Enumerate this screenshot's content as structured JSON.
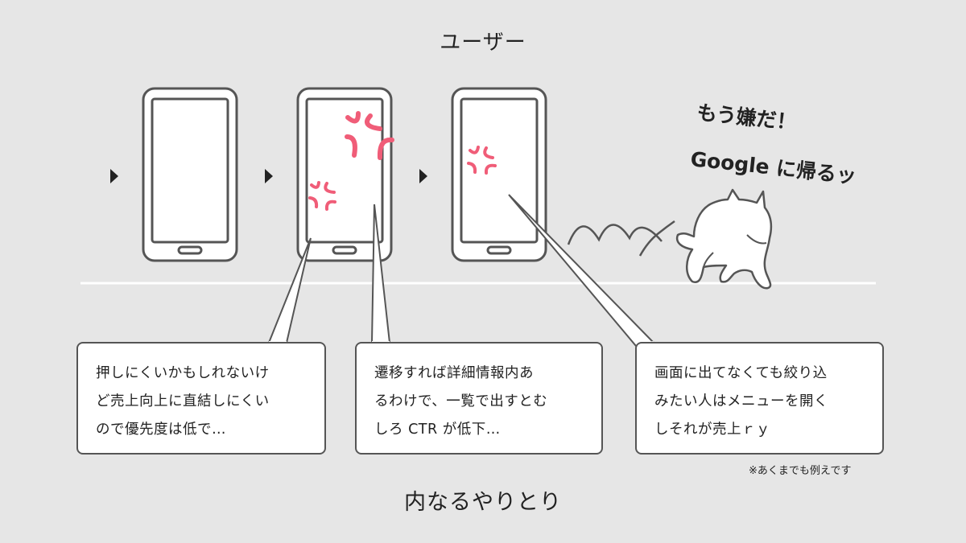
{
  "header": {
    "title": "ユーザー"
  },
  "footer": {
    "title": "内なるやりとり"
  },
  "cat": {
    "speech_line1": "もう嫌だ！",
    "speech_line2": "Google に帰るッ"
  },
  "bubbles": [
    {
      "line1": "押しにくいかもしれないけ",
      "line2": "ど売上向上に直結しにくい",
      "line3": "ので優先度は低で…"
    },
    {
      "line1": "遷移すれば詳細情報内あ",
      "line2": "るわけで、一覧で出すとむ",
      "line3": "しろ CTR が低下…"
    },
    {
      "line1": "画面に出てなくても絞り込",
      "line2": "みたい人はメニューを開く",
      "line3": "しそれが売上ｒｙ"
    }
  ],
  "footnote": "※あくまでも例えです",
  "icons": [
    "phone-icon",
    "play-arrow-icon",
    "anger-mark-icon",
    "cat-icon",
    "motion-lines-icon"
  ],
  "colors": {
    "background": "#e6e6e6",
    "accent": "#f05d78",
    "outline": "#555555"
  }
}
